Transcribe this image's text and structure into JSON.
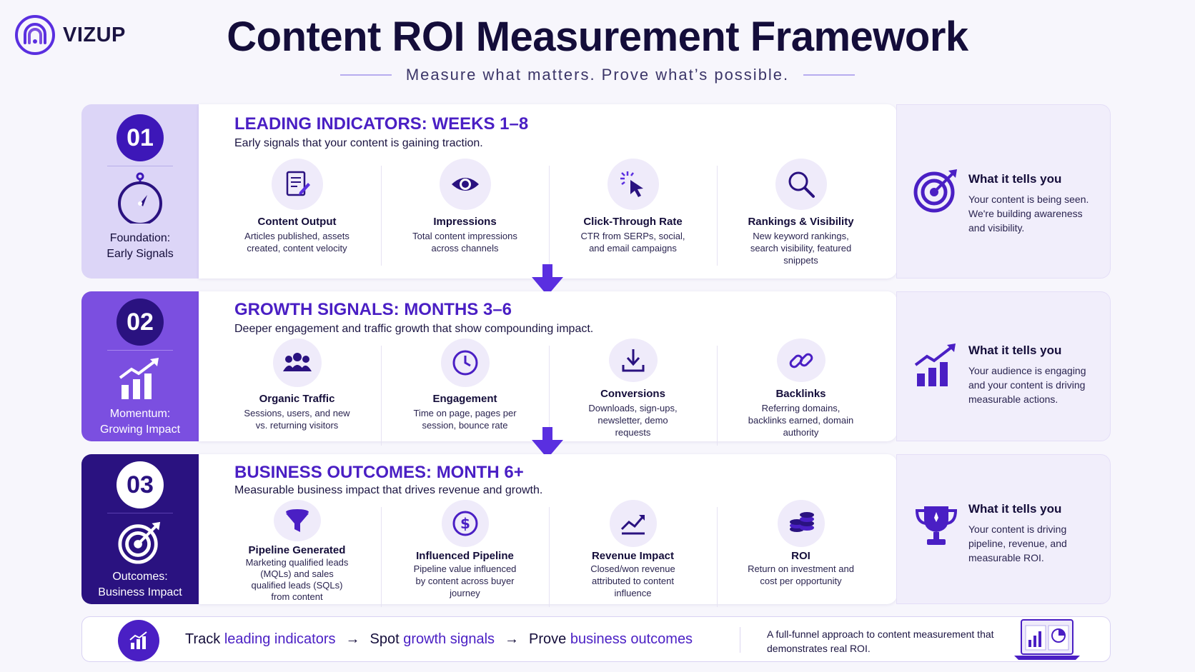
{
  "brand": {
    "name": "VIZUP"
  },
  "header": {
    "title": "Content ROI Measurement Framework",
    "subtitle": "Measure what matters. Prove what’s possible."
  },
  "colors": {
    "primary": "#4a1fc4",
    "dark": "#2a1280",
    "tier1_panel": "#dcd5f7",
    "tier2_panel": "#7b4fe0",
    "tier3_panel": "#2a1280",
    "icon_bg": "#efebfa"
  },
  "tiers": [
    {
      "number": "01",
      "panel_label_line1": "Foundation:",
      "panel_label_line2": "Early Signals",
      "panel_icon": "stopwatch-icon",
      "heading": "LEADING INDICATORS: WEEKS 1–8",
      "description": "Early signals that your content is gaining traction.",
      "metrics": [
        {
          "icon": "document-edit-icon",
          "title": "Content Output",
          "desc": "Articles published, assets created, content velocity"
        },
        {
          "icon": "eye-icon",
          "title": "Impressions",
          "desc": "Total content impressions across channels"
        },
        {
          "icon": "cursor-click-icon",
          "title": "Click-Through Rate",
          "desc": "CTR from SERPs, social, and email campaigns"
        },
        {
          "icon": "magnifier-icon",
          "title": "Rankings & Visibility",
          "desc": "New keyword rankings, search visibility, featured snippets"
        }
      ],
      "side": {
        "icon": "target-icon",
        "title": "What it tells you",
        "body": "Your content is being seen. We're building awareness and visibility."
      }
    },
    {
      "number": "02",
      "panel_label_line1": "Momentum:",
      "panel_label_line2": "Growing Impact",
      "panel_icon": "growth-chart-icon",
      "heading": "GROWTH SIGNALS: MONTHS 3–6",
      "description": "Deeper engagement and traffic growth that show compounding impact.",
      "metrics": [
        {
          "icon": "users-icon",
          "title": "Organic Traffic",
          "desc": "Sessions, users, and new vs. returning visitors"
        },
        {
          "icon": "clock-icon",
          "title": "Engagement",
          "desc": "Time on page, pages per session, bounce rate"
        },
        {
          "icon": "download-icon",
          "title": "Conversions",
          "desc": "Downloads, sign-ups, newsletter, demo requests"
        },
        {
          "icon": "link-icon",
          "title": "Backlinks",
          "desc": "Referring domains, backlinks earned, domain authority"
        }
      ],
      "side": {
        "icon": "growth-chart-icon",
        "title": "What it tells you",
        "body": "Your audience is engaging and your content is driving measurable actions."
      }
    },
    {
      "number": "03",
      "panel_label_line1": "Outcomes:",
      "panel_label_line2": "Business Impact",
      "panel_icon": "target-icon",
      "heading": "BUSINESS OUTCOMES: MONTH 6+",
      "description": "Measurable business impact that drives revenue and growth.",
      "metrics": [
        {
          "icon": "funnel-icon",
          "title": "Pipeline Generated",
          "desc": "Marketing qualified leads (MQLs) and sales qualified leads (SQLs) from content"
        },
        {
          "icon": "dollar-icon",
          "title": "Influenced Pipeline",
          "desc": "Pipeline value influenced by content across buyer journey"
        },
        {
          "icon": "trend-line-icon",
          "title": "Revenue Impact",
          "desc": "Closed/won revenue attributed to content influence"
        },
        {
          "icon": "coins-icon",
          "title": "ROI",
          "desc": "Return on investment and cost per opportunity"
        }
      ],
      "side": {
        "icon": "trophy-icon",
        "title": "What it tells you",
        "body": "Your content is driving pipeline, revenue, and measurable ROI."
      }
    }
  ],
  "footer": {
    "flow": [
      {
        "prefix": "Track",
        "highlight": "leading indicators"
      },
      {
        "prefix": "Spot",
        "highlight": "growth signals"
      },
      {
        "prefix": "Prove",
        "highlight": "business outcomes"
      }
    ],
    "note": "A full-funnel approach to content measurement that demonstrates real ROI."
  }
}
